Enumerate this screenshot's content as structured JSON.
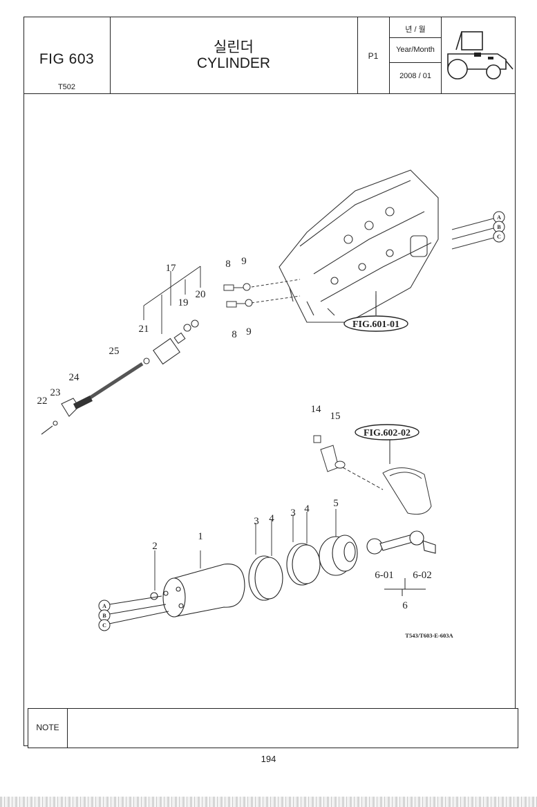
{
  "header": {
    "fig_no": "FIG 603",
    "code": "T502",
    "title_kr": "실린더",
    "title_en": "CYLINDER",
    "page": "P1",
    "ym_label_kr": "년 / 월",
    "ym_label_en": "Year/Month",
    "ym_value": "2008 / 01"
  },
  "diagram": {
    "callouts": [
      "1",
      "2",
      "3",
      "4",
      "3",
      "4",
      "5",
      "6-01",
      "6-02",
      "6",
      "8",
      "9",
      "8",
      "9",
      "14",
      "15",
      "17",
      "19",
      "20",
      "21",
      "22",
      "23",
      "24",
      "25"
    ],
    "references": [
      "FIG.601-01",
      "FIG.602-02"
    ],
    "connectors_top": [
      "A",
      "B",
      "C"
    ],
    "connectors_bottom": [
      "A",
      "B",
      "C"
    ],
    "drawing_code": "T543/T603-E-603A"
  },
  "note": {
    "label": "NOTE"
  },
  "page_number": "194"
}
